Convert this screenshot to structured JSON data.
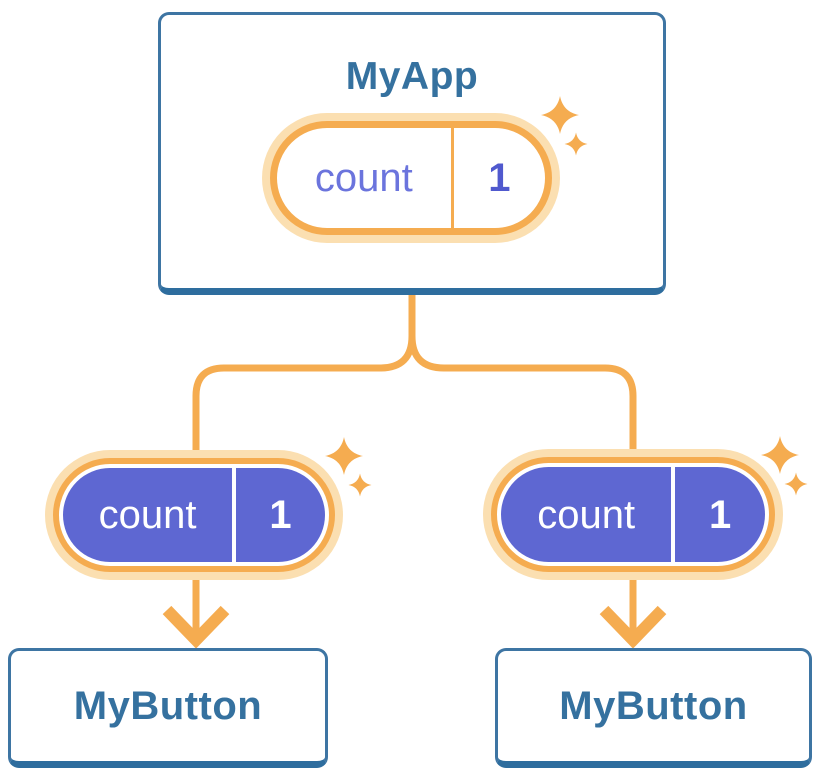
{
  "colors": {
    "orange": "#F5AC50",
    "peach_glow": "#FBDFB1",
    "purple_fill": "#5E67D2",
    "purple_label": "#6B74DD",
    "purple_value": "#5059CE",
    "blue_text": "#35719F",
    "card_border": "#3E75A3",
    "card_border_bottom": "#2E6D9E",
    "white": "#FFFFFF"
  },
  "root": {
    "title": "MyApp",
    "pill": {
      "label": "count",
      "value": "1"
    }
  },
  "children": [
    {
      "title": "MyButton",
      "pill": {
        "label": "count",
        "value": "1"
      }
    },
    {
      "title": "MyButton",
      "pill": {
        "label": "count",
        "value": "1"
      }
    }
  ]
}
